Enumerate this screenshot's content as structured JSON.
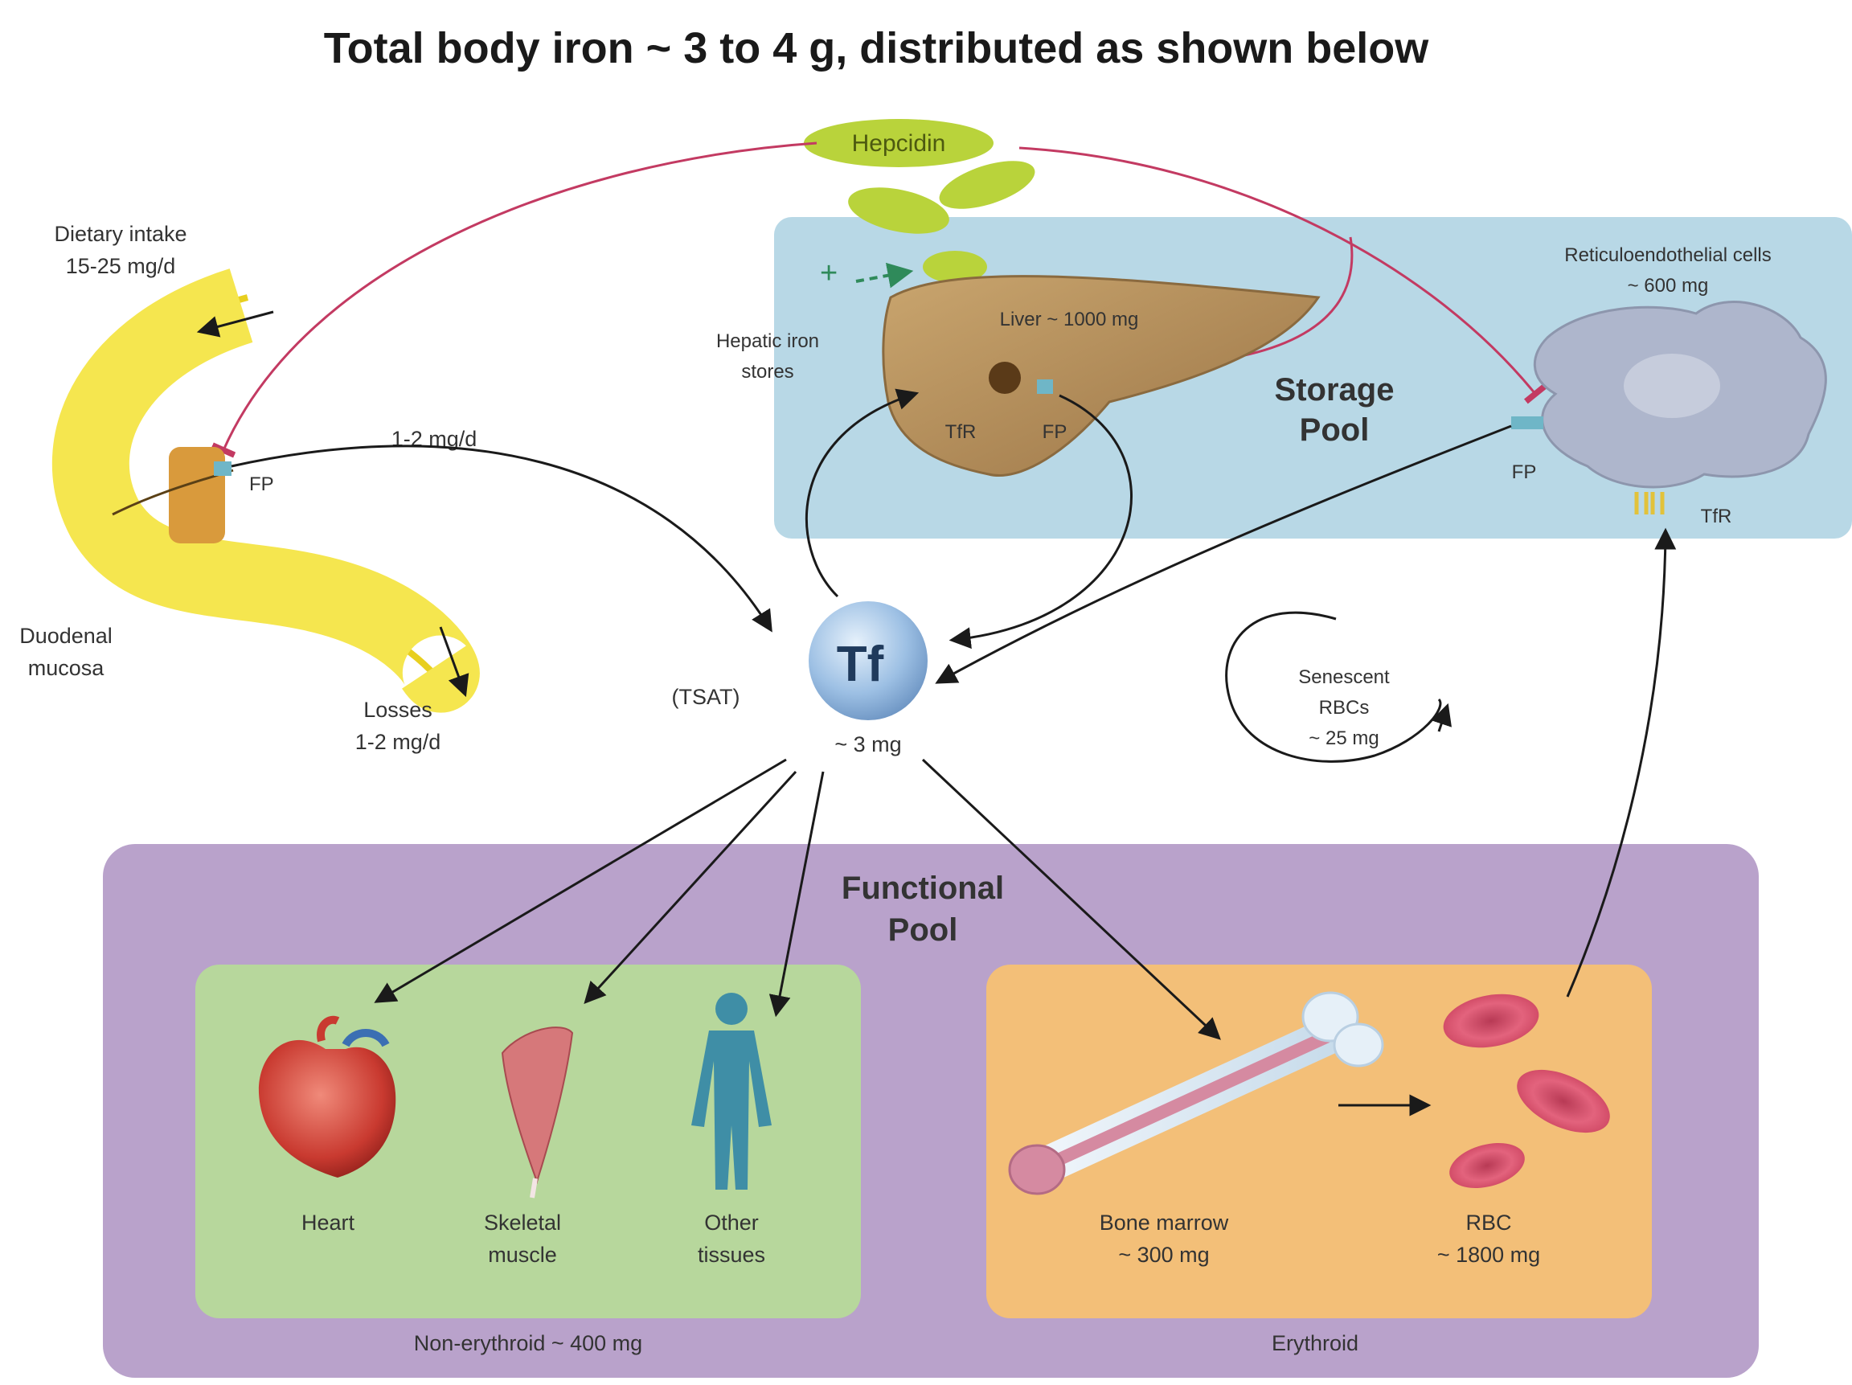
{
  "title": "Total body iron ~ 3 to 4 g, distributed as shown below",
  "hepcidin": "Hepcidin",
  "plus_sign": "+",
  "dietary": {
    "line1": "Dietary intake",
    "line2": "15-25 mg/d"
  },
  "duodenal": {
    "line1": "Duodenal",
    "line2": "mucosa",
    "fp": "FP"
  },
  "absorption_rate": "1-2 mg/d",
  "losses": {
    "line1": "Losses",
    "line2": "1-2 mg/d"
  },
  "hepatic_stores": {
    "line1": "Hepatic iron",
    "line2": "stores"
  },
  "liver": {
    "label": "Liver ~ 1000 mg",
    "tfr": "TfR",
    "fp": "FP"
  },
  "storage_pool": {
    "line1": "Storage",
    "line2": "Pool"
  },
  "re_cells": {
    "line1": "Reticuloendothelial cells",
    "line2": "~ 600 mg",
    "fp": "FP",
    "tfr": "TfR"
  },
  "transferrin": {
    "symbol": "Tf",
    "tsat": "(TSAT)",
    "amount": "~ 3 mg"
  },
  "senescent": {
    "line1": "Senescent",
    "line2": "RBCs",
    "line3": "~ 25 mg"
  },
  "functional_pool": {
    "line1": "Functional",
    "line2": "Pool"
  },
  "non_erythroid": {
    "caption": "Non-erythroid ~ 400 mg",
    "heart": "Heart",
    "muscle_line1": "Skeletal",
    "muscle_line2": "muscle",
    "other_line1": "Other",
    "other_line2": "tissues"
  },
  "erythroid": {
    "caption": "Erythroid",
    "marrow_line1": "Bone marrow",
    "marrow_line2": "~ 300 mg",
    "rbc_line1": "RBC",
    "rbc_line2": "~ 1800 mg"
  },
  "colors": {
    "storage_bg": "#b8d8e6",
    "functional_bg": "#b9a2cb",
    "nonerythroid_bg": "#b7d79c",
    "erythroid_bg": "#f3bf78",
    "hepcidin_line": "#c33a62",
    "hepcidin_fill": "#b9d33b",
    "tf_fill": "#9dc0e4"
  }
}
